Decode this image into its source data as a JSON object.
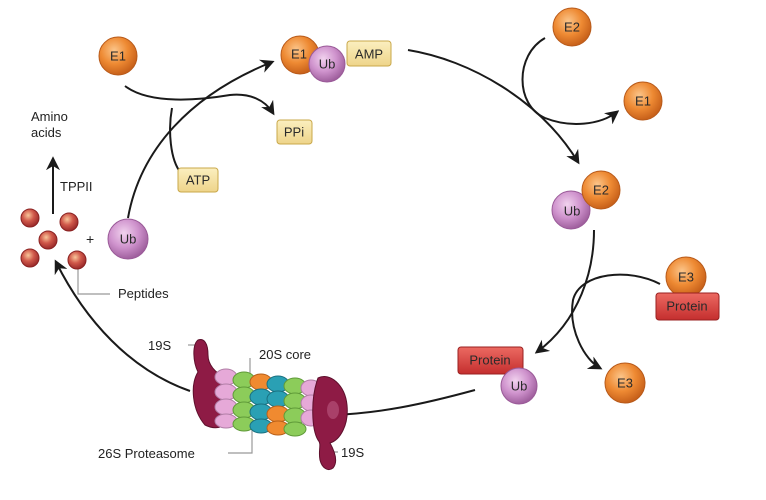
{
  "diagram": {
    "type": "ubiquitin-proteasome pathway cycle",
    "colors": {
      "enzyme": "#e8802a",
      "ubiquitin": "#c98cc8",
      "small_molecule_box": "#f3e2a0",
      "protein_box": "#d63c3c",
      "peptide": "#c0473f",
      "proteasome_cap": "#8e1b45",
      "ring_pink": "#e6a9d8",
      "ring_green": "#8ccc5a",
      "ring_teal": "#2aa0b4",
      "ring_orange": "#f08a30"
    },
    "nodes": {
      "e1_free": "E1",
      "e1_complex_e1": "E1",
      "e1_complex_ub": "Ub",
      "e1_complex_amp": "AMP",
      "ppi": "PPi",
      "atp": "ATP",
      "e2_free": "E2",
      "e1_released": "E1",
      "e2_complex_e2": "E2",
      "e2_complex_ub": "Ub",
      "e3_complex_e3": "E3",
      "e3_complex_protein": "Protein",
      "e3_released": "E3",
      "target_protein": "Protein",
      "target_ub": "Ub",
      "ub_recycled": "Ub"
    },
    "labels": {
      "amino_acids_line1": "Amino",
      "amino_acids_line2": "acids",
      "tppii": "TPPII",
      "plus": "+",
      "peptides": "Peptides",
      "cap_top": "19S",
      "cap_bottom": "19S",
      "core": "20S core",
      "proteasome": "26S Proteasome"
    }
  }
}
